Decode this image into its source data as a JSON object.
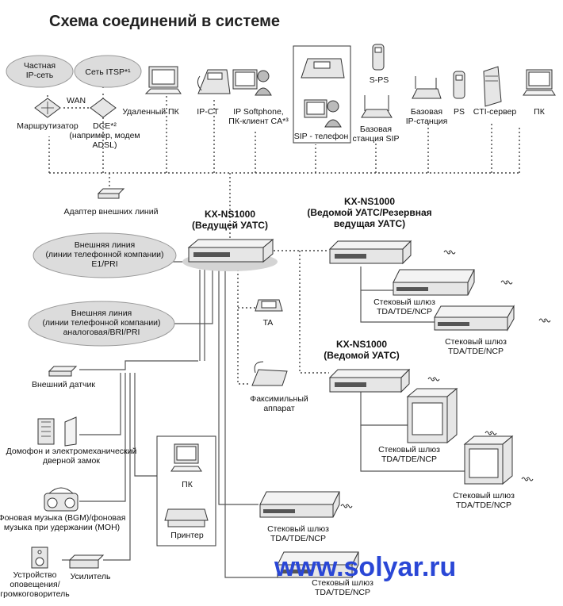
{
  "title": "Схема соединений в системе",
  "watermark": "www.solyar.ru",
  "top": {
    "private_ip": "Частная\nIP-сеть",
    "itsp": "Сеть ITSP*¹",
    "wan": "WAN",
    "router": "Маршрутизатор",
    "dce": "DCE*²\n(например, модем\nADSL)",
    "remote_pc": "Удаленный ПК",
    "ip_ct": "IP-CT",
    "softphone": "IP Softphone,\nПК-клиент CA*³",
    "sip_phone": "SIP - телефон",
    "sps": "S-PS",
    "sip_base": "Базовая\nстанция SIP",
    "ip_base": "Базовая\nIP-станция",
    "ps": "PS",
    "cti": "CTI-сервер",
    "pc": "ПК",
    "adapter": "Адаптер внешних линий"
  },
  "master": "KX-NS1000\n(Ведущей УАТС)",
  "slave_backup": "KX-NS1000\n(Ведомой УАТС/Резервная\nведущая УАТС)",
  "slave": "KX-NS1000\n(Ведомой УАТС)",
  "ext_line_1": "Внешняя линия\n(линии телефонной компании)\nE1/PRI",
  "ext_line_2": "Внешняя линия\n(линии телефонной компании)\nаналоговая/BRI/PRI",
  "ta": "TA",
  "fax": "Факсимильный\nаппарат",
  "gateway": "Стековый шлюз\nTDA/TDE/NCP",
  "left": {
    "sensor": "Внешний датчик",
    "doorphone": "Домофон и электромеханический\nдверной замок",
    "bgm": "Фоновая музыка (BGM)/фоновая\nмузыка при удержании (MOH)",
    "paging": "Устройство\nоповещения/\nгромкоговоритель",
    "amplifier": "Усилитель"
  },
  "box": {
    "pc": "ПК",
    "printer": "Принтер"
  }
}
